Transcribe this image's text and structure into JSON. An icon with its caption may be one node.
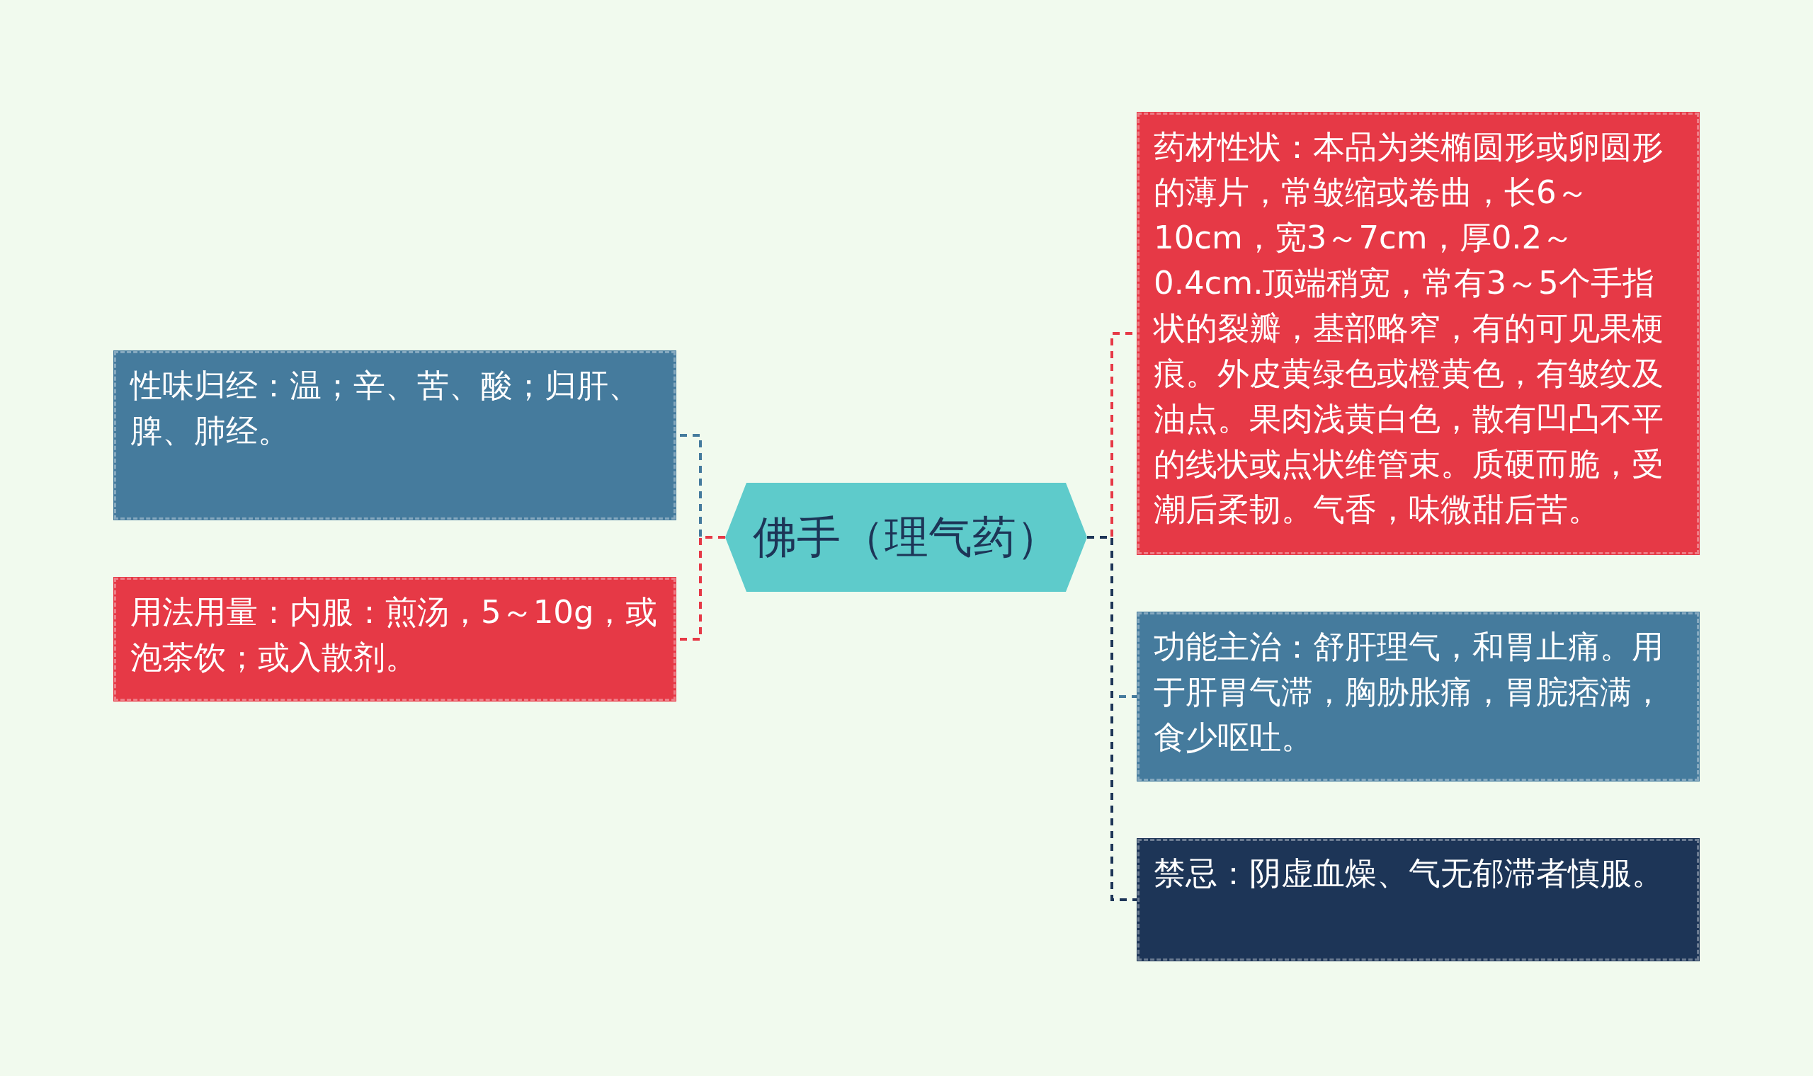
{
  "diagram": {
    "nodes": [
      {
        "text": [
          "佛手（理气药）"
        ]
      },
      {
        "text": [
          "性味归经：温；辛、苦、酸；归肝、脾、肺经。"
        ]
      },
      {
        "text": [
          "用法用量：内服：煎汤，5～10g，或泡茶饮；或入散剂。"
        ]
      },
      {
        "text": [
          "药材性状：本品为类椭圆形或卵圆形的薄片，常皱缩或卷曲，长6～10cm，宽3～7cm，厚0.2～0.4cm.顶端稍宽，常有3～5个手指状的裂瓣，基部略窄，有的可见果梗痕。外皮黄绿色或橙黄色，有皱纹及油点。果肉浅黄白色，散有凹凸不平的线状或点状维管束。质硬而脆，受潮后柔韧。气香，味微甜后苦。"
        ]
      },
      {
        "text": [
          "功能主治：舒肝理气，和胃止痛。用于肝胃气滞，胸胁胀痛，胃脘痞满，食少呕吐。"
        ]
      },
      {
        "text": [
          "禁忌：阴虚血燥、气无郁滞者慎服。"
        ]
      }
    ],
    "edges": [
      {
        "from": 0,
        "to": 1,
        "arrow": "none",
        "style": "dashed",
        "color": "#457b9d"
      },
      {
        "from": 0,
        "to": 2,
        "arrow": "none",
        "style": "dashed",
        "color": "#e63946"
      },
      {
        "from": 0,
        "to": 3,
        "arrow": "none",
        "style": "dashed",
        "color": "#e63946"
      },
      {
        "from": 0,
        "to": 4,
        "arrow": "none",
        "style": "dashed",
        "color": "#457b9d"
      },
      {
        "from": 0,
        "to": 5,
        "arrow": "none",
        "style": "dashed",
        "color": "#1d3557"
      }
    ]
  }
}
